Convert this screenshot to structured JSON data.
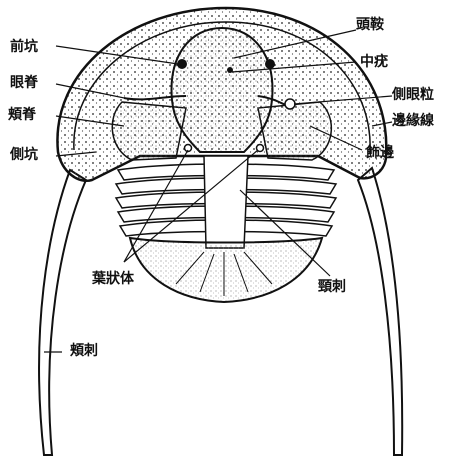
{
  "labels": {
    "glabella": "頭鞍",
    "anterior_pit": "前坑",
    "median_tubercle": "中疣",
    "eye_ridge": "眼脊",
    "lateral_eye_tubercle": "側眼粒",
    "cheek_ridge": "頬脊",
    "border_line": "邊緣線",
    "lateral_pit": "側坑",
    "fringe": "飾邊",
    "leaf_body": "葉狀体",
    "neck_spine": "頸刺",
    "genal_spine": "頬刺"
  },
  "colors": {
    "ink": "#111111",
    "paper": "#ffffff",
    "shade": "#cfcfcf"
  }
}
